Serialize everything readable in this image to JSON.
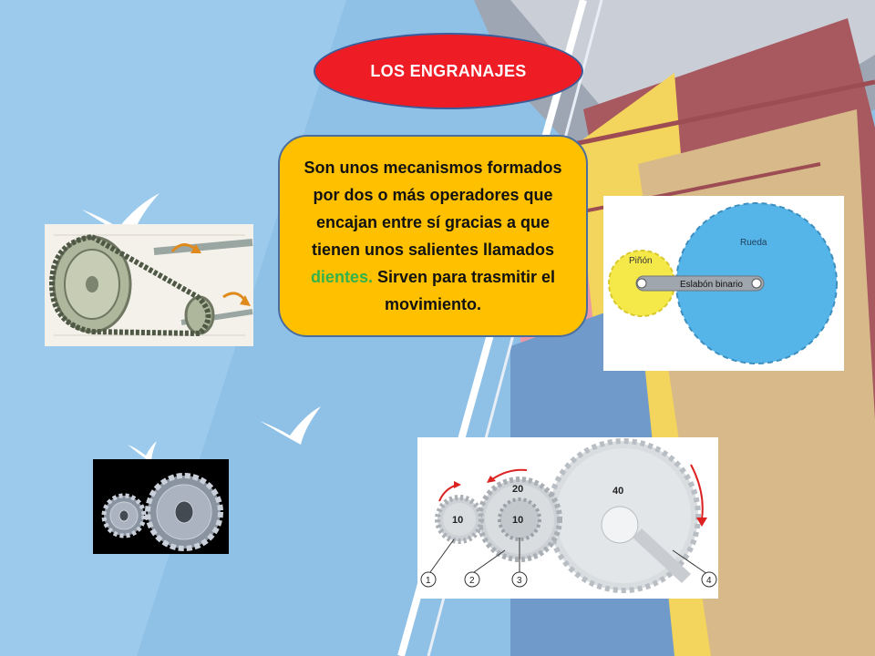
{
  "slide": {
    "title": "LOS ENGRANAJES",
    "body_before": "Son unos mecanismos formados por dos o más operadores que encajan entre sí gracias  a que tienen unos salientes llamados ",
    "body_highlight": "dientes.",
    "body_after": " Sirven para trasmitir el movimiento.",
    "highlight_color": "#34b24c",
    "title_color": "#ee1c24",
    "box_color": "#ffc000"
  },
  "images": {
    "pinion_wheel": {
      "label_pinion": "Piñón",
      "label_link": "Eslabón binario",
      "label_wheel": "Rueda"
    },
    "gear_train": {
      "teeth_small": "10",
      "teeth_mid_outer": "20",
      "teeth_mid_inner": "10",
      "teeth_large": "40",
      "callouts": [
        "1",
        "2",
        "3",
        "4"
      ]
    }
  }
}
